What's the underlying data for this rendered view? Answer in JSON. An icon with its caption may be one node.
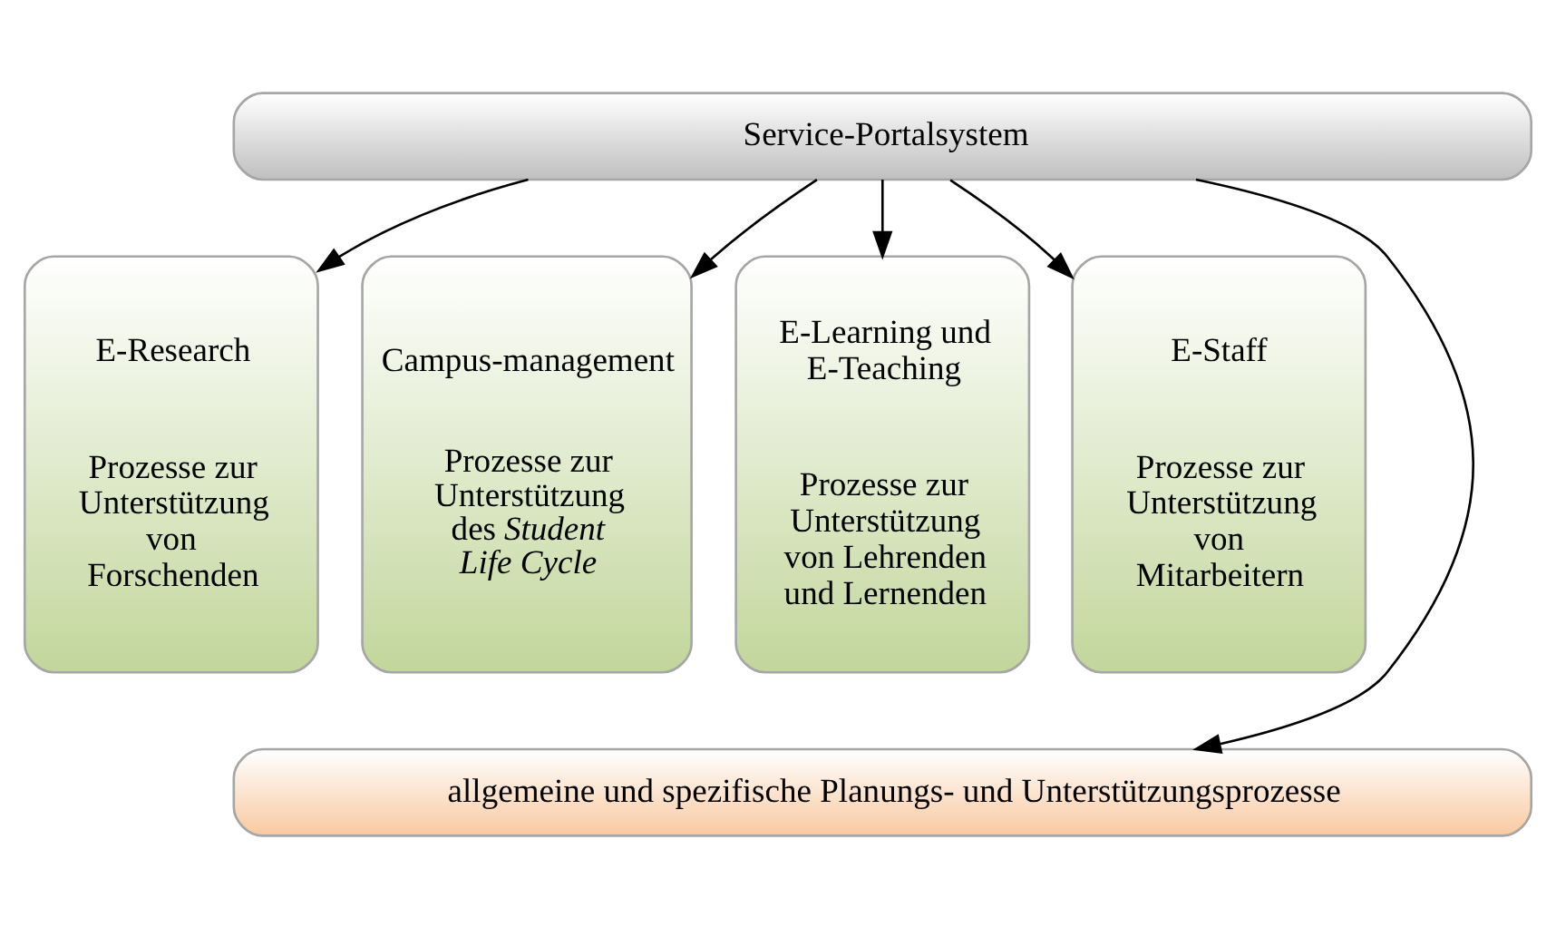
{
  "diagram": {
    "nodes": [
      {
        "text": [
          "Service-Portalsystem"
        ]
      },
      {
        "text": [
          "E-Research",
          "Prozesse zur Unterstützung von Forschenden"
        ]
      },
      {
        "text": [
          "Campus-management",
          "Prozesse zur Unterstützung des *Student Life Cycle*"
        ]
      },
      {
        "text": [
          "E-Learning und E-Teaching",
          "Prozesse zur Unterstützung von Lehrenden und Lernenden"
        ]
      },
      {
        "text": [
          "E-Staff",
          "Prozesse zur Unterstützung von Mitarbeitern"
        ]
      },
      {
        "text": [
          "allgemeine und spezifische Planungs- und Unterstützungsprozesse"
        ]
      }
    ],
    "edges": [
      {
        "from": 0,
        "to": 1,
        "arrow": "to"
      },
      {
        "from": 0,
        "to": 2,
        "arrow": "to"
      },
      {
        "from": 0,
        "to": 3,
        "arrow": "to"
      },
      {
        "from": 0,
        "to": 4,
        "arrow": "to"
      },
      {
        "from": 0,
        "to": 5,
        "arrow": "to"
      }
    ]
  }
}
